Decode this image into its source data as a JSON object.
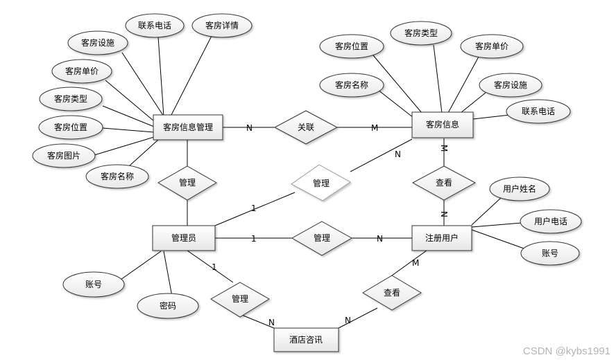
{
  "entities": {
    "room_mgmt": "客房信息管理",
    "room_info": "客房信息",
    "admin": "管理员",
    "user": "注册用户",
    "news": "酒店咨讯"
  },
  "relationships": {
    "link": "关联",
    "manage_left": "管理",
    "manage_mid": "管理",
    "manage_admin_user": "管理",
    "manage_news": "管理",
    "view_room": "查看",
    "view_news": "查看"
  },
  "attributes": {
    "room_mgmt": [
      "联系电话",
      "客房详情",
      "客房设施",
      "客房单价",
      "客房类型",
      "客房位置",
      "客房图片",
      "客房名称"
    ],
    "room_info": [
      "客房类型",
      "客房位置",
      "客房单价",
      "客房名称",
      "客房设施",
      "联系电话"
    ],
    "user": [
      "用户姓名",
      "用户电话",
      "账号"
    ],
    "admin": [
      "账号",
      "密码"
    ]
  },
  "cardinalities": {
    "link_left": "N",
    "link_right": "M",
    "mid_top": "N",
    "mid_bottom": "1",
    "admin_user_left": "1",
    "admin_user_right": "N",
    "view_top": "M",
    "view_bottom": "N",
    "admin_news_top": "1",
    "admin_news_bottom": "N",
    "user_news_top": "M",
    "user_news_bottom": "N"
  },
  "watermark": "CSDN @kybs1991"
}
